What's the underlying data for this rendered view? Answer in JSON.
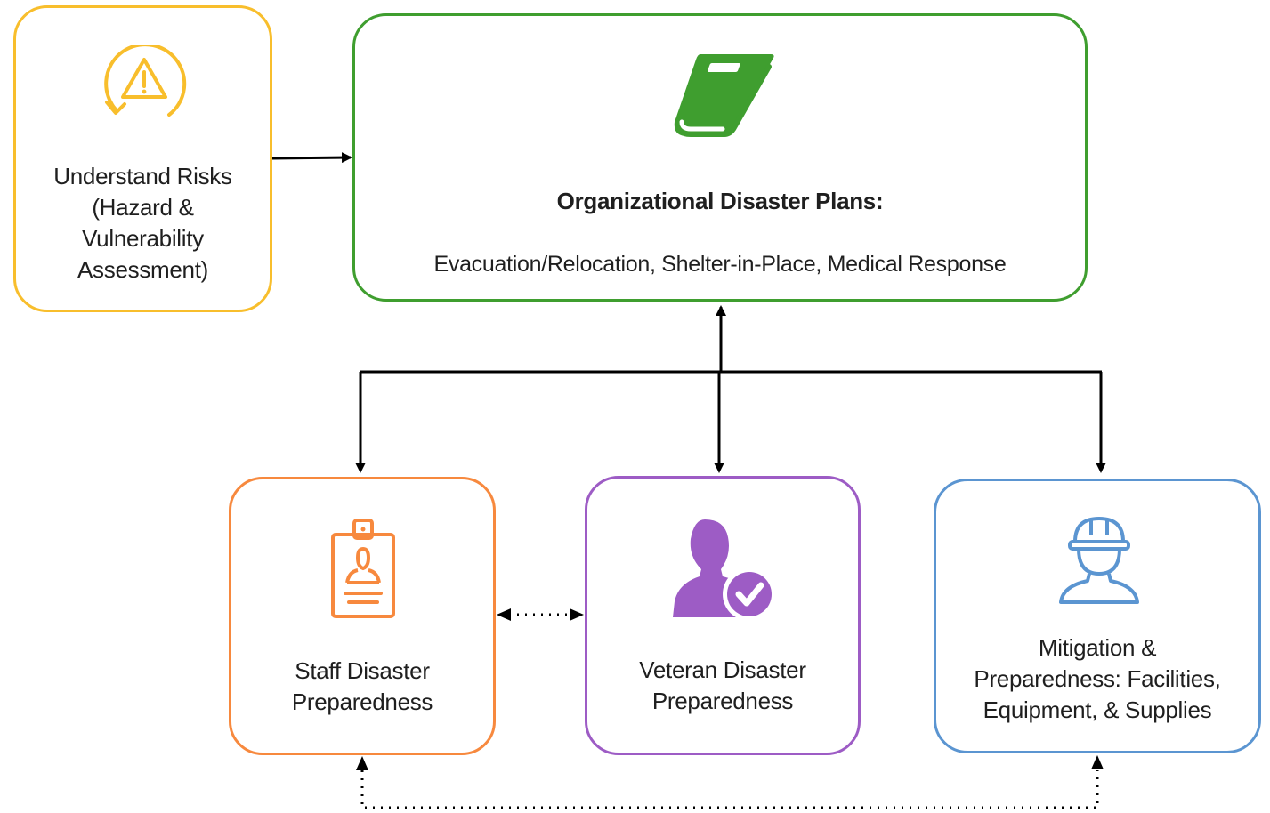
{
  "nodes": {
    "risks": {
      "label": "Understand Risks\n(Hazard &\nVulnerability\nAssessment)",
      "icon": "warning-cycle-icon",
      "color": "#f8be2c"
    },
    "plans": {
      "title": "Organizational Disaster Plans:",
      "subtitle": "Evacuation/Relocation, Shelter-in-Place, Medical Response",
      "icon": "book-icon",
      "color": "#3f9e2f"
    },
    "staff": {
      "label": "Staff Disaster\nPreparedness",
      "icon": "id-badge-icon",
      "color": "#f7893e"
    },
    "veteran": {
      "label": "Veteran Disaster\nPreparedness",
      "icon": "person-check-icon",
      "color": "#9d5cc5"
    },
    "mitigation": {
      "label": "Mitigation &\nPreparedness: Facilities,\nEquipment, & Supplies",
      "icon": "hard-hat-worker-icon",
      "color": "#5b95d1"
    }
  },
  "edges": [
    {
      "from": "risks",
      "to": "plans",
      "style": "solid"
    },
    {
      "from": "plans",
      "to": "staff",
      "style": "solid"
    },
    {
      "from": "plans",
      "to": "veteran",
      "style": "solid"
    },
    {
      "from": "plans",
      "to": "mitigation",
      "style": "solid"
    },
    {
      "from": "staff",
      "to": "veteran",
      "style": "dotted",
      "bidirectional": true
    },
    {
      "from": "staff",
      "to": "mitigation",
      "style": "dotted",
      "bidirectional": true
    }
  ]
}
